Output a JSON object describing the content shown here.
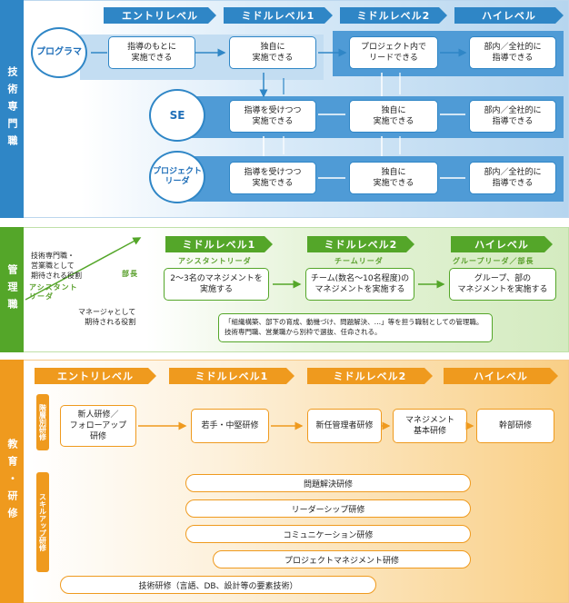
{
  "tech": {
    "section_label": "技術専門職",
    "headers": [
      "エントリレベル",
      "ミドルレベル1",
      "ミドルレベル2",
      "ハイレベル"
    ],
    "roles": [
      "プログラマ",
      "SE",
      "プロジェクト\nリーダ"
    ],
    "row1": [
      "指導のもとに\n実施できる",
      "独自に\n実施できる",
      "プロジェクト内で\nリードできる",
      "部内／全社的に\n指導できる"
    ],
    "row2": [
      "指導を受けつつ\n実施できる",
      "独自に\n実施できる",
      "部内／全社的に\n指導できる"
    ],
    "row3": [
      "指導を受けつつ\n実施できる",
      "独自に\n実施できる",
      "部内／全社的に\n指導できる"
    ]
  },
  "mgmt": {
    "section_label": "管理職",
    "headers": [
      "ミドルレベル1",
      "ミドルレベル2",
      "ハイレベル"
    ],
    "subs": [
      "アシスタントリーダ",
      "チームリーダ",
      "グループリーダ／部長"
    ],
    "boxes": [
      "2～3名のマネジメントを\n実施する",
      "チーム(数名～10名程度)の\nマネジメントを実施する",
      "グループ、部の\nマネジメントを実施する"
    ],
    "left_top": "技術専門職・\n営業職として\n期待される役割",
    "left_assist": "アシスタント\nリーダ",
    "left_bucho": "部長",
    "left_bottom": "マネージャとして\n期待される役割",
    "note": "「組織構築、部下の育成、動機づけ、問題解決、…」等を担う職制としての管理職。\n技術専門職、営業職から別枠で選抜、任命される。"
  },
  "edu": {
    "section_label": "教育・研修",
    "headers": [
      "エントリレベル",
      "ミドルレベル1",
      "ミドルレベル2",
      "ハイレベル"
    ],
    "tier_label": "階層別研修",
    "skill_label": "スキルアップ研修",
    "tier_boxes": [
      "新人研修／\nフォローアップ\n研修",
      "若手・中堅研修",
      "新任管理者研修",
      "マネジメント\n基本研修",
      "幹部研修"
    ],
    "skills": [
      "問題解決研修",
      "リーダーシップ研修",
      "コミュニケーション研修",
      "プロジェクトマネジメント研修",
      "技術研修（言語、DB、設計等の要素技術）"
    ]
  },
  "colors": {
    "blue": "#2f86c6",
    "green": "#54a629",
    "orange": "#ef9a1e"
  }
}
